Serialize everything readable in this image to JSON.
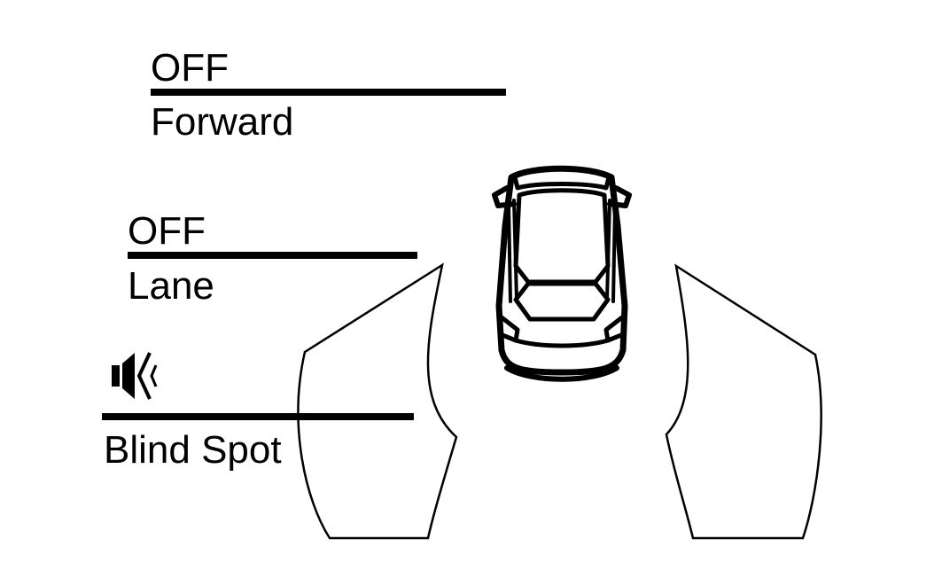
{
  "forward": {
    "status": "OFF",
    "label": "Forward"
  },
  "lane": {
    "status": "OFF",
    "label": "Lane"
  },
  "blind_spot": {
    "label": "Blind Spot",
    "status_icon": "speaker-icon"
  },
  "colors": {
    "ink": "#000000",
    "background": "#ffffff"
  }
}
